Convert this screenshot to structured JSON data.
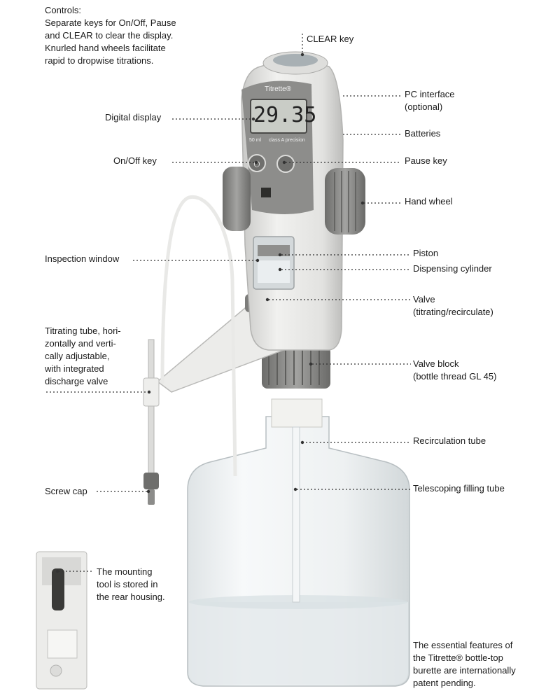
{
  "intro": {
    "heading": "Controls:",
    "lines": [
      "Separate keys for On/Off, Pause",
      "and CLEAR to clear the display.",
      "Knurled hand wheels facilitate",
      "rapid to dropwise titrations."
    ]
  },
  "device": {
    "brand": "Titrette®",
    "display_value": "29.35",
    "volume": "50 ml",
    "sub_brand": "class A precision"
  },
  "labels": {
    "clear_key": "CLEAR key",
    "pc_interface": [
      "PC interface",
      "(optional)"
    ],
    "batteries": "Batteries",
    "digital_display": "Digital display",
    "on_off_key": "On/Off key",
    "pause_key": "Pause key",
    "hand_wheel": "Hand wheel",
    "inspection_window": "Inspection window",
    "piston": "Piston",
    "dispensing_cylinder": "Dispensing cylinder",
    "valve": [
      "Valve",
      "(titrating/recirculate)"
    ],
    "titrating_tube": [
      "Titrating tube, hori-",
      "zontally and verti-",
      "cally adjustable,",
      "with integrated",
      "discharge valve"
    ],
    "valve_block": [
      "Valve block",
      "(bottle thread GL 45)"
    ],
    "recirculation_tube": "Recirculation tube",
    "screw_cap": "Screw cap",
    "telescoping_filling_tube": "Telescoping filling tube"
  },
  "mounting_note": [
    "The mounting",
    "tool is stored in",
    "the rear housing."
  ],
  "footnote": [
    "The essential features of",
    "the Titrette® bottle-top",
    "burette are internationally",
    "patent pending."
  ],
  "colors": {
    "housing": "#e4e4e2",
    "accent_gray": "#8a8a88",
    "display_bg": "#c9ccc6",
    "glass": "#eef1f2"
  }
}
